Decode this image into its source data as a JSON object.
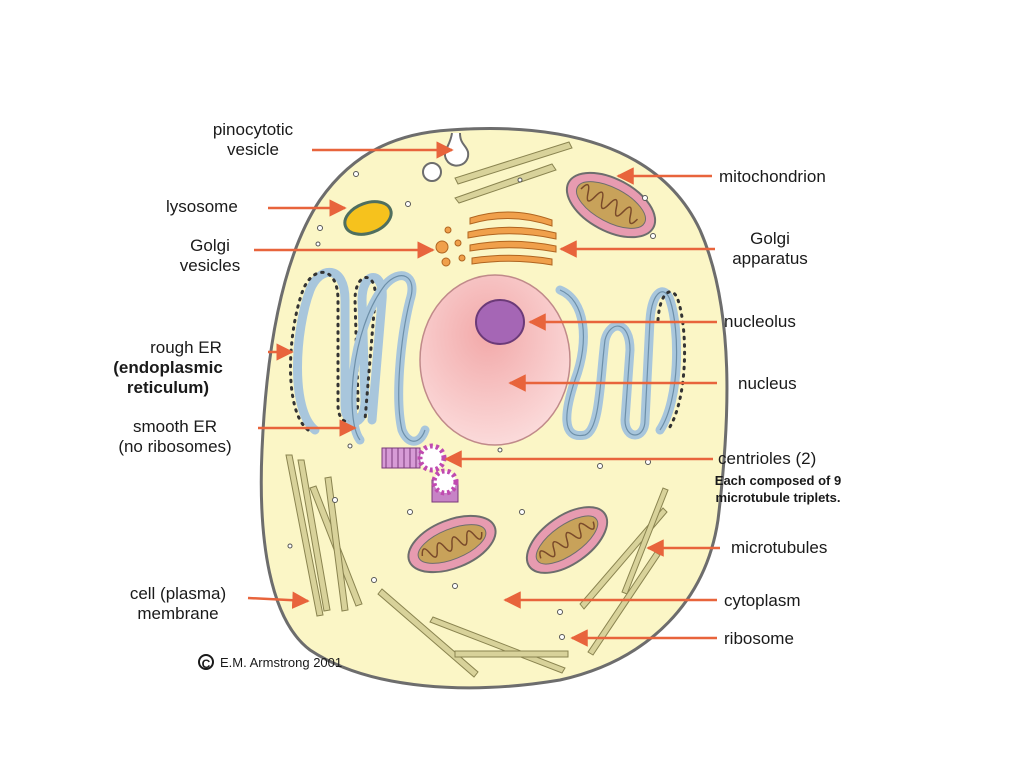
{
  "labels": {
    "pinocytotic_vesicle": "pinocytotic\nvesicle",
    "lysosome": "lysosome",
    "golgi_vesicles": "Golgi\nvesicles",
    "rough_er": "rough ER",
    "rough_er_expansion": "(endoplasmic\nreticulum)",
    "smooth_er": "smooth ER\n(no ribosomes)",
    "cell_membrane": "cell (plasma)\nmembrane",
    "mitochondrion": "mitochondrion",
    "golgi_apparatus": "Golgi\napparatus",
    "nucleolus": "nucleolus",
    "nucleus": "nucleus",
    "centrioles": "centrioles (2)",
    "centrioles_note": "Each composed of 9\nmicrotubule triplets.",
    "microtubules": "microtubules",
    "cytoplasm": "cytoplasm",
    "ribosome": "ribosome"
  },
  "credit": {
    "symbol": "C",
    "text": "E.M. Armstrong 2001"
  },
  "colors": {
    "cytoplasm": "#fbf6c6",
    "membrane": "#6d6d6d",
    "arrow": "#e8643c",
    "nucleus": "#f6c8c8",
    "nucleolus": "#a566b5",
    "er": "#a8c6dc",
    "golgi": "#f0a04b",
    "mitochondrion": "#e79bb0",
    "cristae": "#c8a25a",
    "lysosome": "#f6c21d",
    "microtubule": "#d8d29a"
  }
}
